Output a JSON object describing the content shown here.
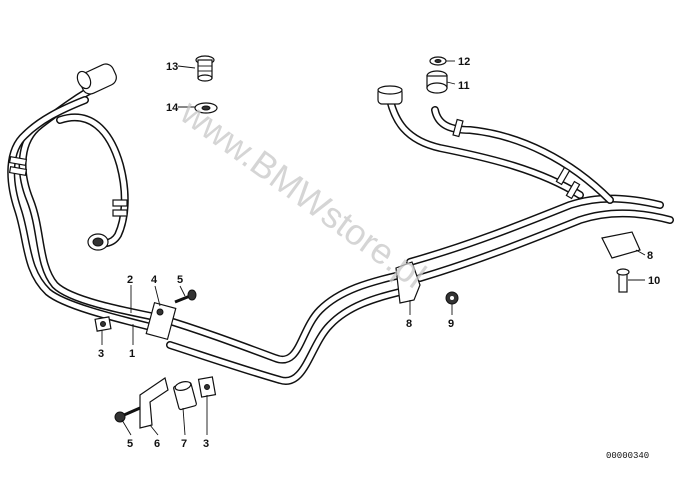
{
  "watermark": "www.BMWstore.pl",
  "reference_number": "00000340",
  "callouts": {
    "c1": "1",
    "c2": "2",
    "c3a": "3",
    "c4": "4",
    "c5a": "5",
    "c5b": "5",
    "c6": "6",
    "c7": "7",
    "c3b": "3",
    "c8a": "8",
    "c9": "9",
    "c8b": "8",
    "c10": "10",
    "c11": "11",
    "c12": "12",
    "c13": "13",
    "c14": "14"
  }
}
